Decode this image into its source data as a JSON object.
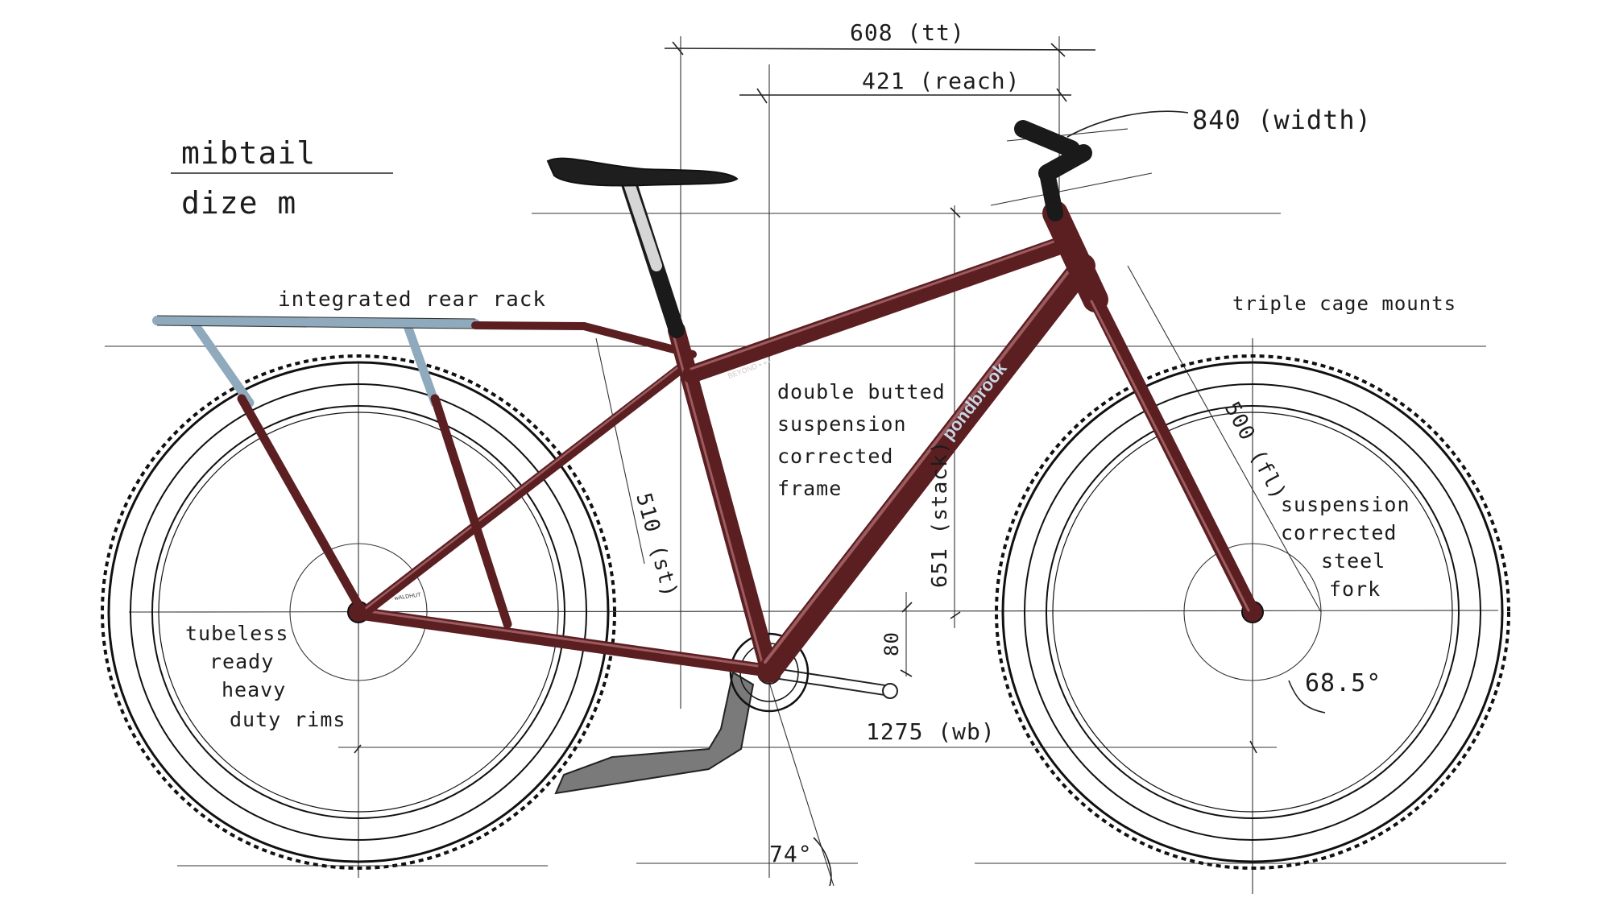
{
  "header": {
    "model": "mibtail",
    "size": "dize m"
  },
  "labels": {
    "rack": "integrated rear rack",
    "cage": "triple cage mounts",
    "frame": [
      "double butted",
      "suspension",
      "corrected",
      "frame"
    ],
    "fork": [
      "suspension",
      "corrected",
      "steel",
      "fork"
    ],
    "rims": [
      "tubeless",
      "ready",
      "heavy",
      "duty rims"
    ],
    "downtube_logo": "pondbrook",
    "toptube_logo": "BEYOND • ++",
    "dropout_mark": "wALDHUT"
  },
  "dimensions": {
    "top_tube": "608 (tt)",
    "reach": "421 (reach)",
    "bar_width": "840 (width)",
    "seat_tube": "510 (st)",
    "stack": "651 (stack)",
    "fork_length": "500 (fl)",
    "bb_drop": "80",
    "wheelbase": "1275 (wb)",
    "head_angle": "68.5°",
    "seat_angle": "74°"
  },
  "colors": {
    "frame": "#5b1f22",
    "frame_highlight": "#9c5b5e",
    "rack": "#8fa9bd",
    "ink": "#1c1c1c"
  }
}
